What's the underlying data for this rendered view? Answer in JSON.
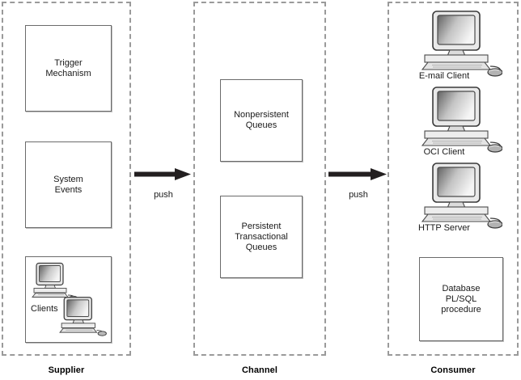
{
  "diagram": {
    "title_hidden": "",
    "panels": [
      {
        "id": "supplier",
        "label": "Supplier"
      },
      {
        "id": "channel",
        "label": "Channel"
      },
      {
        "id": "consumer",
        "label": "Consumer"
      }
    ],
    "supplier": {
      "boxes": [
        {
          "name": "trigger-mechanism",
          "label": "Trigger\nMechanism"
        },
        {
          "name": "system-events",
          "label": "System\nEvents"
        },
        {
          "name": "clients",
          "label": "Clients"
        }
      ]
    },
    "channel": {
      "boxes": [
        {
          "name": "nonpersistent-queues",
          "label": "Nonpersistent\nQueues"
        },
        {
          "name": "persistent-transactional-queues",
          "label": "Persistent\nTransactional\nQueues"
        }
      ]
    },
    "consumer": {
      "computers": [
        {
          "name": "email-client",
          "label": "E-mail Client"
        },
        {
          "name": "oci-client",
          "label": "OCI Client"
        },
        {
          "name": "http-server",
          "label": "HTTP Server"
        }
      ],
      "boxes": [
        {
          "name": "database-plsql-procedure",
          "label": "Database\nPL/SQL\nprocedure"
        }
      ]
    },
    "arrows": [
      {
        "name": "supplier-to-channel",
        "label": "push"
      },
      {
        "name": "channel-to-consumer",
        "label": "push"
      }
    ],
    "colors": {
      "panel_border": "#9a9a9a",
      "box_border": "#6b6b6b",
      "arrow": "#231f20",
      "text": "#1a1a1a",
      "screen_dark": "#6d6d6d",
      "screen_light": "#f2f2f2",
      "case": "#e8e8e8"
    }
  }
}
